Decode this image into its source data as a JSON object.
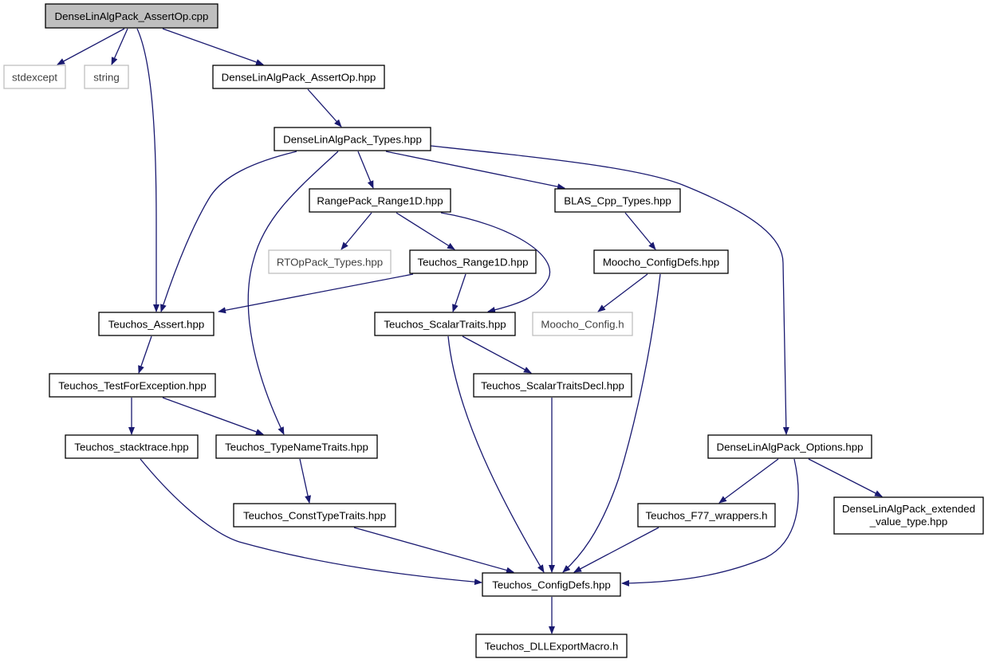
{
  "diagram": {
    "colors": {
      "edge": "#191970",
      "node_border": "#000000",
      "external_border": "#bfbfbf",
      "root_fill": "#bfbfbf"
    },
    "nodes": [
      {
        "id": "n0",
        "label": "DenseLinAlgPack_AssertOp.cpp",
        "kind": "root"
      },
      {
        "id": "n1",
        "label": "stdexcept",
        "kind": "external"
      },
      {
        "id": "n2",
        "label": "string",
        "kind": "external"
      },
      {
        "id": "n3",
        "label": "DenseLinAlgPack_AssertOp.hpp",
        "kind": "normal"
      },
      {
        "id": "n4",
        "label": "DenseLinAlgPack_Types.hpp",
        "kind": "normal"
      },
      {
        "id": "n5",
        "label": "RangePack_Range1D.hpp",
        "kind": "normal"
      },
      {
        "id": "n6",
        "label": "BLAS_Cpp_Types.hpp",
        "kind": "normal"
      },
      {
        "id": "n7",
        "label": "RTOpPack_Types.hpp",
        "kind": "external"
      },
      {
        "id": "n8",
        "label": "Teuchos_Range1D.hpp",
        "kind": "normal"
      },
      {
        "id": "n9",
        "label": "Moocho_ConfigDefs.hpp",
        "kind": "normal"
      },
      {
        "id": "n10",
        "label": "Teuchos_Assert.hpp",
        "kind": "normal"
      },
      {
        "id": "n11",
        "label": "Teuchos_ScalarTraits.hpp",
        "kind": "normal"
      },
      {
        "id": "n12",
        "label": "Moocho_Config.h",
        "kind": "external"
      },
      {
        "id": "n13",
        "label": "Teuchos_TestForException.hpp",
        "kind": "normal"
      },
      {
        "id": "n14",
        "label": "Teuchos_ScalarTraitsDecl.hpp",
        "kind": "normal"
      },
      {
        "id": "n15",
        "label": "Teuchos_stacktrace.hpp",
        "kind": "normal"
      },
      {
        "id": "n16",
        "label": "Teuchos_TypeNameTraits.hpp",
        "kind": "normal"
      },
      {
        "id": "n17",
        "label": "DenseLinAlgPack_Options.hpp",
        "kind": "normal"
      },
      {
        "id": "n18",
        "label": "Teuchos_ConstTypeTraits.hpp",
        "kind": "normal"
      },
      {
        "id": "n19",
        "label": "Teuchos_F77_wrappers.h",
        "kind": "normal"
      },
      {
        "id": "n20",
        "label": "DenseLinAlgPack_extended",
        "label2": "_value_type.hpp",
        "kind": "normal"
      },
      {
        "id": "n21",
        "label": "Teuchos_ConfigDefs.hpp",
        "kind": "normal"
      },
      {
        "id": "n22",
        "label": "Teuchos_DLLExportMacro.h",
        "kind": "normal"
      }
    ],
    "edges": [
      {
        "from": "n0",
        "to": "n1"
      },
      {
        "from": "n0",
        "to": "n2"
      },
      {
        "from": "n0",
        "to": "n3"
      },
      {
        "from": "n0",
        "to": "n10"
      },
      {
        "from": "n3",
        "to": "n4"
      },
      {
        "from": "n4",
        "to": "n5"
      },
      {
        "from": "n4",
        "to": "n6"
      },
      {
        "from": "n4",
        "to": "n10"
      },
      {
        "from": "n4",
        "to": "n16"
      },
      {
        "from": "n4",
        "to": "n17"
      },
      {
        "from": "n5",
        "to": "n7"
      },
      {
        "from": "n5",
        "to": "n8"
      },
      {
        "from": "n5",
        "to": "n11"
      },
      {
        "from": "n6",
        "to": "n9"
      },
      {
        "from": "n8",
        "to": "n10"
      },
      {
        "from": "n8",
        "to": "n11"
      },
      {
        "from": "n9",
        "to": "n12"
      },
      {
        "from": "n9",
        "to": "n21"
      },
      {
        "from": "n10",
        "to": "n13"
      },
      {
        "from": "n11",
        "to": "n14"
      },
      {
        "from": "n11",
        "to": "n21"
      },
      {
        "from": "n13",
        "to": "n15"
      },
      {
        "from": "n13",
        "to": "n16"
      },
      {
        "from": "n14",
        "to": "n21"
      },
      {
        "from": "n15",
        "to": "n21"
      },
      {
        "from": "n16",
        "to": "n18"
      },
      {
        "from": "n17",
        "to": "n19"
      },
      {
        "from": "n17",
        "to": "n20"
      },
      {
        "from": "n17",
        "to": "n21"
      },
      {
        "from": "n18",
        "to": "n21"
      },
      {
        "from": "n19",
        "to": "n21"
      },
      {
        "from": "n21",
        "to": "n22"
      }
    ]
  }
}
